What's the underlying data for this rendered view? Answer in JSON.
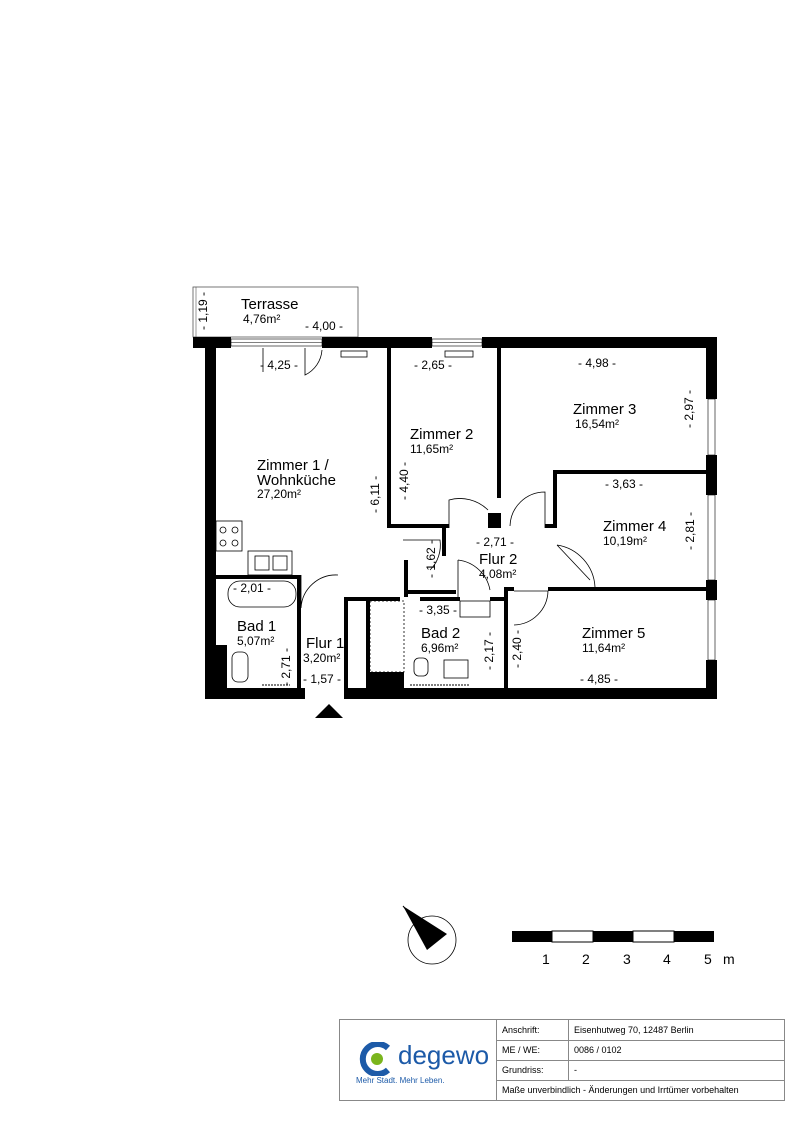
{
  "terrace": {
    "name": "Terrasse",
    "area": "4,76m²",
    "dim_height": "- 1,19 -",
    "dim_width": "- 4,00 -"
  },
  "rooms": [
    {
      "id": "zimmer1",
      "name_line1": "Zimmer 1 /",
      "name_line2": "Wohnküche",
      "area": "27,20m²"
    },
    {
      "id": "zimmer2",
      "name": "Zimmer 2",
      "area": "11,65m²"
    },
    {
      "id": "zimmer3",
      "name": "Zimmer 3",
      "area": "16,54m²"
    },
    {
      "id": "zimmer4",
      "name": "Zimmer 4",
      "area": "10,19m²"
    },
    {
      "id": "flur2",
      "name": "Flur 2",
      "area": "4,08m²"
    },
    {
      "id": "zimmer5",
      "name": "Zimmer 5",
      "area": "11,64m²"
    },
    {
      "id": "bad1",
      "name": "Bad 1",
      "area": "5,07m²"
    },
    {
      "id": "flur1",
      "name": "Flur 1",
      "area": "3,20m²"
    },
    {
      "id": "bad2",
      "name": "Bad 2",
      "area": "6,96m²"
    }
  ],
  "dimensions": {
    "z1_width": "- 4,25 -",
    "z1_depth": "- 6,11 -",
    "z2_width": "- 2,65 -",
    "z2_depth": "- 4,40 -",
    "z3_width": "- 4,98 -",
    "z3_depth": "- 2,97 -",
    "z4_width": "- 3,63 -",
    "z4_depth": "- 2,81 -",
    "flur2_width": "- 2,71 -",
    "flur2_small": "- 1,62 -",
    "bad1_width": "- 2,01 -",
    "bad1_depth": "- 2,71 -",
    "flur1_width": "- 1,57 -",
    "bad2_width": "- 3,35 -",
    "bad2_depth": "- 2,17 -",
    "z5_width": "- 4,85 -",
    "z5_depth": "- 2,40 -"
  },
  "scale": {
    "labels": [
      "1",
      "2",
      "3",
      "4",
      "5"
    ],
    "unit": "m"
  },
  "info": {
    "logo_word": "degewo",
    "logo_tagline": "Mehr Stadt. Mehr Leben.",
    "rows": [
      {
        "label": "Anschrift:",
        "value": "Eisenhutweg 70, 12487 Berlin"
      },
      {
        "label": "ME / WE:",
        "value": "0086 / 0102"
      },
      {
        "label": "Grundriss:",
        "value": "-"
      }
    ],
    "disclaimer": "Maße unverbindlich - Änderungen und Irrtümer vorbehalten"
  },
  "colors": {
    "brand_blue": "#1c5aa8",
    "brand_green": "#7ab51d",
    "wall": "#000000"
  }
}
